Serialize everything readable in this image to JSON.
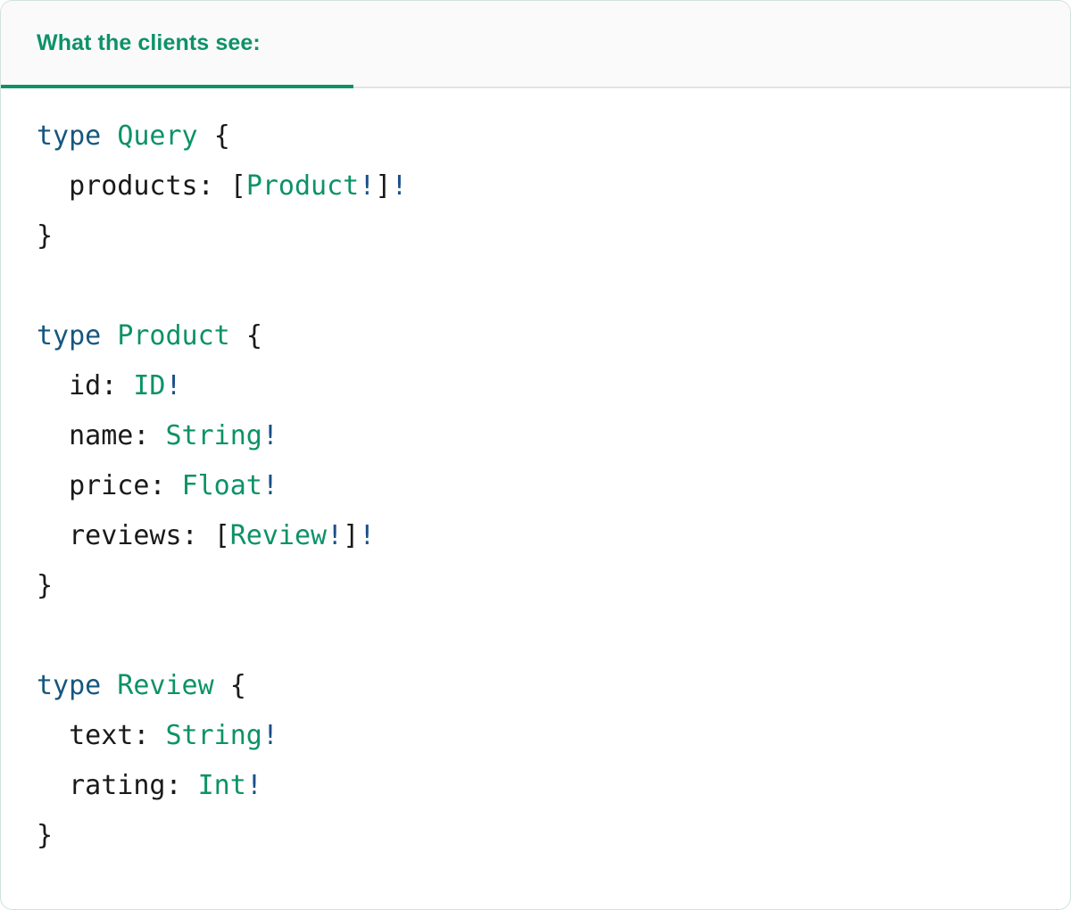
{
  "card": {
    "border_color": "#cfe3d9",
    "background": "#ffffff"
  },
  "header": {
    "tab_label": "What the clients see:",
    "tab_active": true,
    "accent_color": "#0d9268",
    "background": "#fafafa",
    "divider_color": "#e3e3e3"
  },
  "theme": {
    "keyword_color": "#15577f",
    "typename_color": "#0d9268",
    "field_color": "#1a1a1a",
    "punctuation_color": "#1a1a1a",
    "bang_color": "#1a4f8a"
  },
  "code": {
    "language": "graphql",
    "raw": "type Query {\n  products: [Product!]!\n}\n\ntype Product {\n  id: ID!\n  name: String!\n  price: Float!\n  reviews: [Review!]!\n}\n\ntype Review {\n  text: String!\n  rating: Int!\n}",
    "lines": [
      {
        "tokens": [
          {
            "t": "type",
            "c": "keyword"
          },
          {
            "t": " ",
            "c": "plain"
          },
          {
            "t": "Query",
            "c": "typename"
          },
          {
            "t": " ",
            "c": "plain"
          },
          {
            "t": "{",
            "c": "punct"
          }
        ]
      },
      {
        "tokens": [
          {
            "t": "  ",
            "c": "plain"
          },
          {
            "t": "products",
            "c": "field"
          },
          {
            "t": ": ",
            "c": "punct"
          },
          {
            "t": "[",
            "c": "punct"
          },
          {
            "t": "Product",
            "c": "typename"
          },
          {
            "t": "!",
            "c": "bang"
          },
          {
            "t": "]",
            "c": "punct"
          },
          {
            "t": "!",
            "c": "bang"
          }
        ]
      },
      {
        "tokens": [
          {
            "t": "}",
            "c": "punct"
          }
        ]
      },
      {
        "tokens": []
      },
      {
        "tokens": [
          {
            "t": "type",
            "c": "keyword"
          },
          {
            "t": " ",
            "c": "plain"
          },
          {
            "t": "Product",
            "c": "typename"
          },
          {
            "t": " ",
            "c": "plain"
          },
          {
            "t": "{",
            "c": "punct"
          }
        ]
      },
      {
        "tokens": [
          {
            "t": "  ",
            "c": "plain"
          },
          {
            "t": "id",
            "c": "field"
          },
          {
            "t": ": ",
            "c": "punct"
          },
          {
            "t": "ID",
            "c": "typename"
          },
          {
            "t": "!",
            "c": "bang"
          }
        ]
      },
      {
        "tokens": [
          {
            "t": "  ",
            "c": "plain"
          },
          {
            "t": "name",
            "c": "field"
          },
          {
            "t": ": ",
            "c": "punct"
          },
          {
            "t": "String",
            "c": "typename"
          },
          {
            "t": "!",
            "c": "bang"
          }
        ]
      },
      {
        "tokens": [
          {
            "t": "  ",
            "c": "plain"
          },
          {
            "t": "price",
            "c": "field"
          },
          {
            "t": ": ",
            "c": "punct"
          },
          {
            "t": "Float",
            "c": "typename"
          },
          {
            "t": "!",
            "c": "bang"
          }
        ]
      },
      {
        "tokens": [
          {
            "t": "  ",
            "c": "plain"
          },
          {
            "t": "reviews",
            "c": "field"
          },
          {
            "t": ": ",
            "c": "punct"
          },
          {
            "t": "[",
            "c": "punct"
          },
          {
            "t": "Review",
            "c": "typename"
          },
          {
            "t": "!",
            "c": "bang"
          },
          {
            "t": "]",
            "c": "punct"
          },
          {
            "t": "!",
            "c": "bang"
          }
        ]
      },
      {
        "tokens": [
          {
            "t": "}",
            "c": "punct"
          }
        ]
      },
      {
        "tokens": []
      },
      {
        "tokens": [
          {
            "t": "type",
            "c": "keyword"
          },
          {
            "t": " ",
            "c": "plain"
          },
          {
            "t": "Review",
            "c": "typename"
          },
          {
            "t": " ",
            "c": "plain"
          },
          {
            "t": "{",
            "c": "punct"
          }
        ]
      },
      {
        "tokens": [
          {
            "t": "  ",
            "c": "plain"
          },
          {
            "t": "text",
            "c": "field"
          },
          {
            "t": ": ",
            "c": "punct"
          },
          {
            "t": "String",
            "c": "typename"
          },
          {
            "t": "!",
            "c": "bang"
          }
        ]
      },
      {
        "tokens": [
          {
            "t": "  ",
            "c": "plain"
          },
          {
            "t": "rating",
            "c": "field"
          },
          {
            "t": ": ",
            "c": "punct"
          },
          {
            "t": "Int",
            "c": "typename"
          },
          {
            "t": "!",
            "c": "bang"
          }
        ]
      },
      {
        "tokens": [
          {
            "t": "}",
            "c": "punct"
          }
        ]
      }
    ]
  }
}
